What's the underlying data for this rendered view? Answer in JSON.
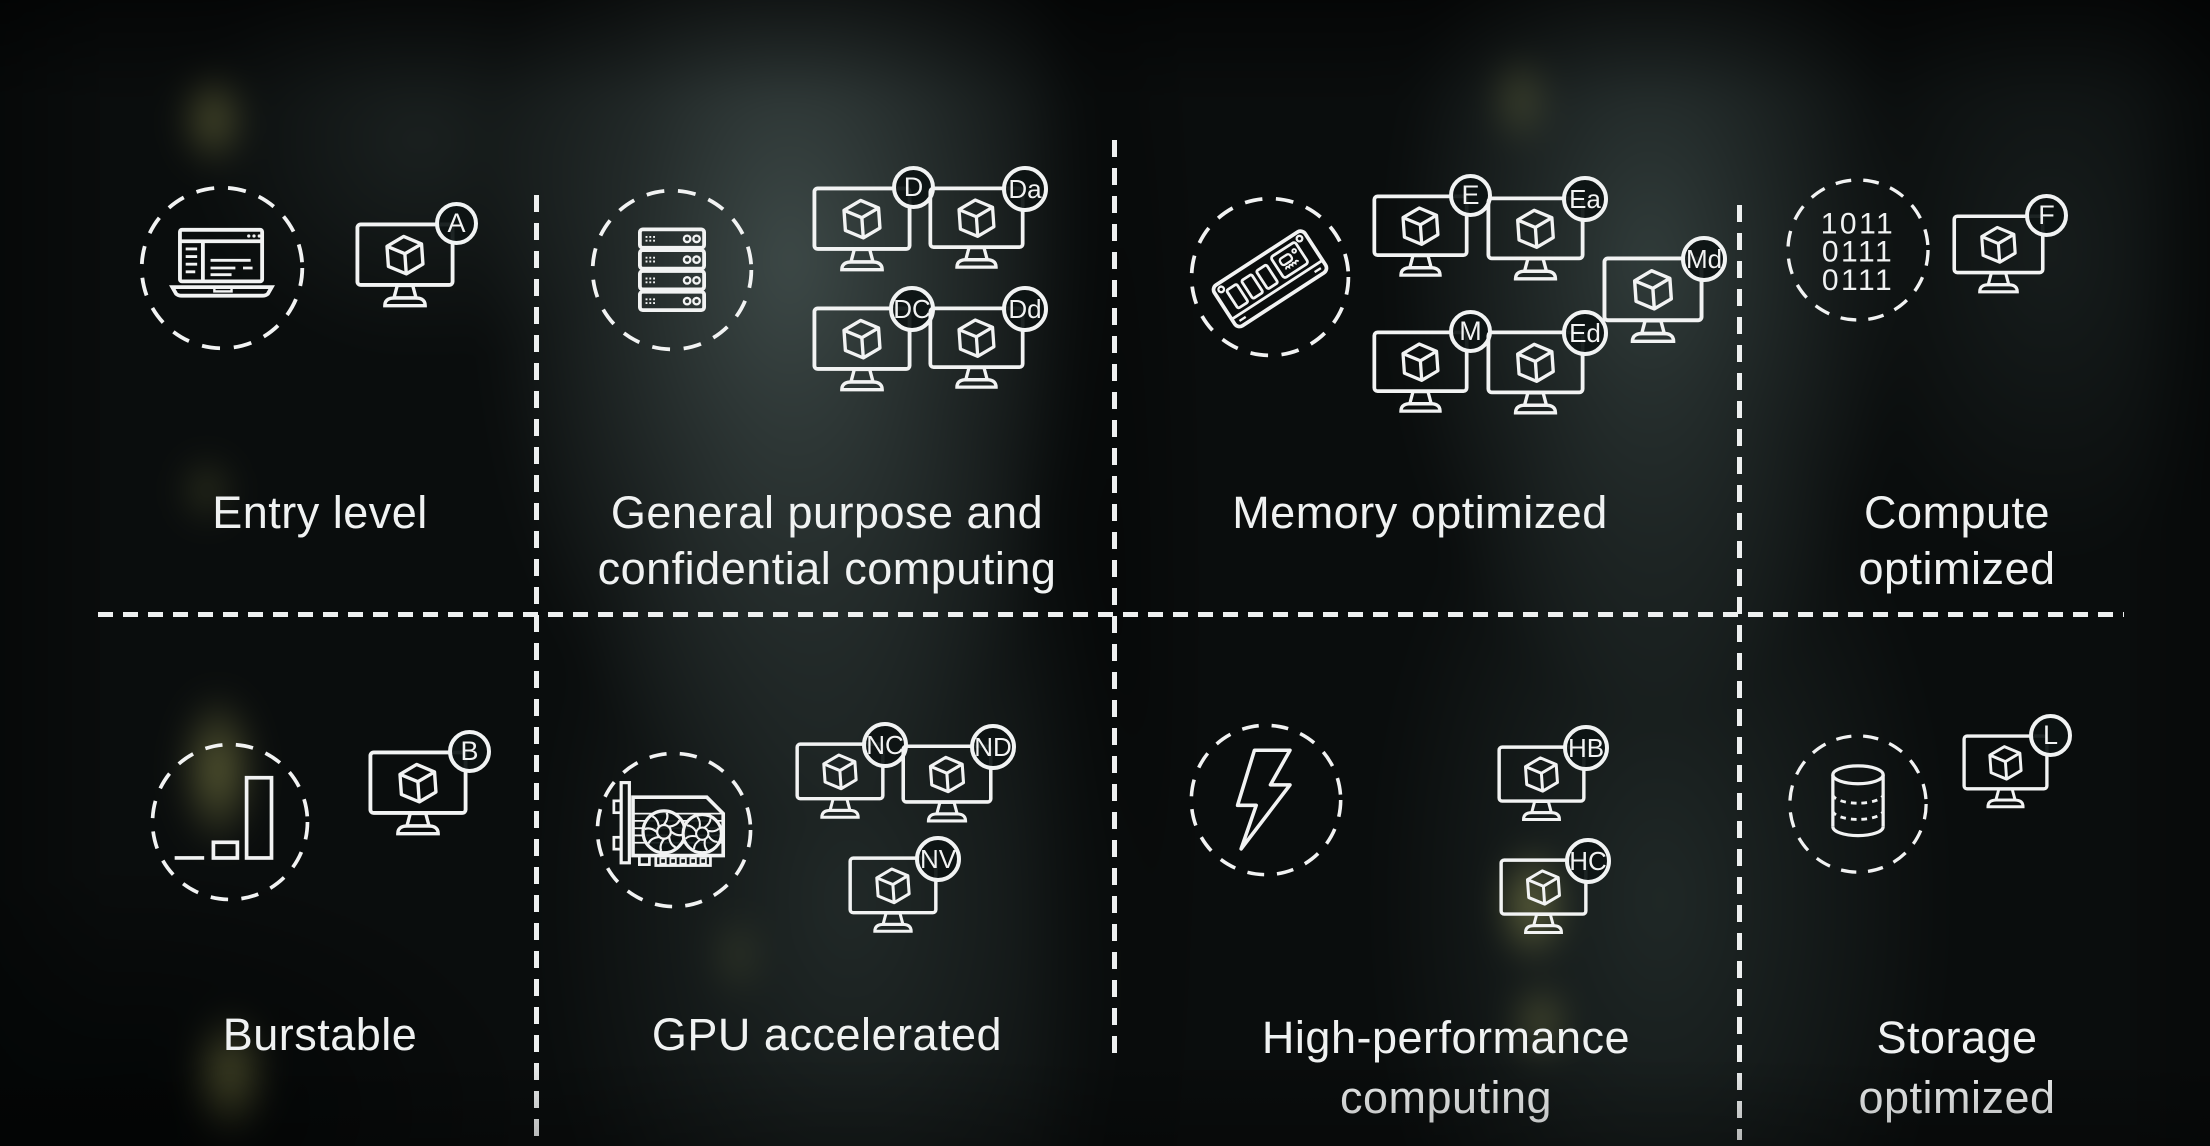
{
  "slide": {
    "description": "Azure virtual machine series categories",
    "colors": {
      "background": "#0a0d0d",
      "line": "#f2f3f3",
      "band_light": "#4a5856",
      "rack_glow": "#a8a85a"
    }
  },
  "categories": [
    {
      "id": "entry-level",
      "icon": "laptop-icon",
      "label_lines": [
        "Entry level"
      ],
      "vms": [
        {
          "label": "A"
        }
      ]
    },
    {
      "id": "general-purpose-confidential",
      "icon": "server-rack-icon",
      "label_lines": [
        "General purpose and",
        "confidential computing"
      ],
      "vms": [
        {
          "label": "D"
        },
        {
          "label": "Da"
        },
        {
          "label": "DC"
        },
        {
          "label": "Dd"
        }
      ]
    },
    {
      "id": "memory-optimized",
      "icon": "ram-module-icon",
      "label_lines": [
        "Memory optimized"
      ],
      "vms": [
        {
          "label": "E"
        },
        {
          "label": "Ea"
        },
        {
          "label": "Md"
        },
        {
          "label": "M"
        },
        {
          "label": "Ed"
        }
      ]
    },
    {
      "id": "compute-optimized",
      "icon": "binary-code-icon",
      "binary_lines": [
        "1011",
        "0111",
        "0111"
      ],
      "label_lines": [
        "Compute",
        "optimized"
      ],
      "vms": [
        {
          "label": "F"
        }
      ]
    },
    {
      "id": "burstable",
      "icon": "bar-chart-icon",
      "label_lines": [
        "Burstable"
      ],
      "vms": [
        {
          "label": "B"
        }
      ]
    },
    {
      "id": "gpu-accelerated",
      "icon": "gpu-card-icon",
      "label_lines": [
        "GPU accelerated"
      ],
      "vms": [
        {
          "label": "NC"
        },
        {
          "label": "ND"
        },
        {
          "label": "NV"
        }
      ]
    },
    {
      "id": "high-performance-computing",
      "icon": "lightning-bolt-icon",
      "label_lines": [
        "High-performance",
        "computing"
      ],
      "vms": [
        {
          "label": "HB"
        },
        {
          "label": "HC"
        }
      ]
    },
    {
      "id": "storage-optimized",
      "icon": "database-icon",
      "label_lines": [
        "Storage",
        "optimized"
      ],
      "vms": [
        {
          "label": "L"
        }
      ]
    }
  ]
}
